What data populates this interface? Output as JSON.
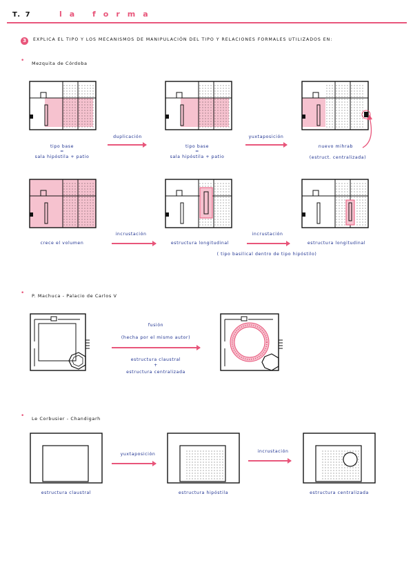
{
  "header": {
    "code": "T. 7",
    "title": "la forma"
  },
  "question": {
    "number": "3",
    "text": "Explica el tipo y los mecanismos de manipulación del tipo y relaciones formales utilizados en:"
  },
  "sections": [
    {
      "bullet": "•",
      "title": "Mezquita de Córdoba",
      "row1": {
        "label_a_line1": "tipo base",
        "label_a_line2": "=",
        "label_a_line3": "sala hipóstila + patio",
        "op1": "duplicación",
        "label_b_line1": "tipo base",
        "label_b_line2": "=",
        "label_b_line3": "sala hipóstila + patio",
        "op2": "yuxtaposición",
        "label_c_line1": "nuevo mihrab",
        "label_c_line2": "(estruct. centralizada)"
      },
      "row2": {
        "label_a": "crece el volumen",
        "op1": "incrustación",
        "label_b": "estructura longitudinal",
        "op2": "incrustación",
        "label_c": "estructura longitudinal",
        "note": "( tipo basilical dentro de tipo hipóstilo)"
      }
    },
    {
      "bullet": "•",
      "title": "P. Machuca - Palacio de Carlos V",
      "op_line1": "fusión",
      "op_line2": "(hecha por el mismo autor)",
      "op_line3": "estructura claustral",
      "op_line4": "+",
      "op_line5": "estructura centralizada"
    },
    {
      "bullet": "•",
      "title": "Le Corbusier - Chandigarh",
      "label_a": "estructura claustral",
      "op1": "yuxtaposición",
      "label_b": "estructura hipóstila",
      "op2": "incrustación",
      "label_c": "estructura centralizada"
    }
  ],
  "colors": {
    "accent": "#e8557a",
    "ink": "#111111",
    "blue": "#1b2f8f",
    "fill": "#f6c2cf"
  }
}
